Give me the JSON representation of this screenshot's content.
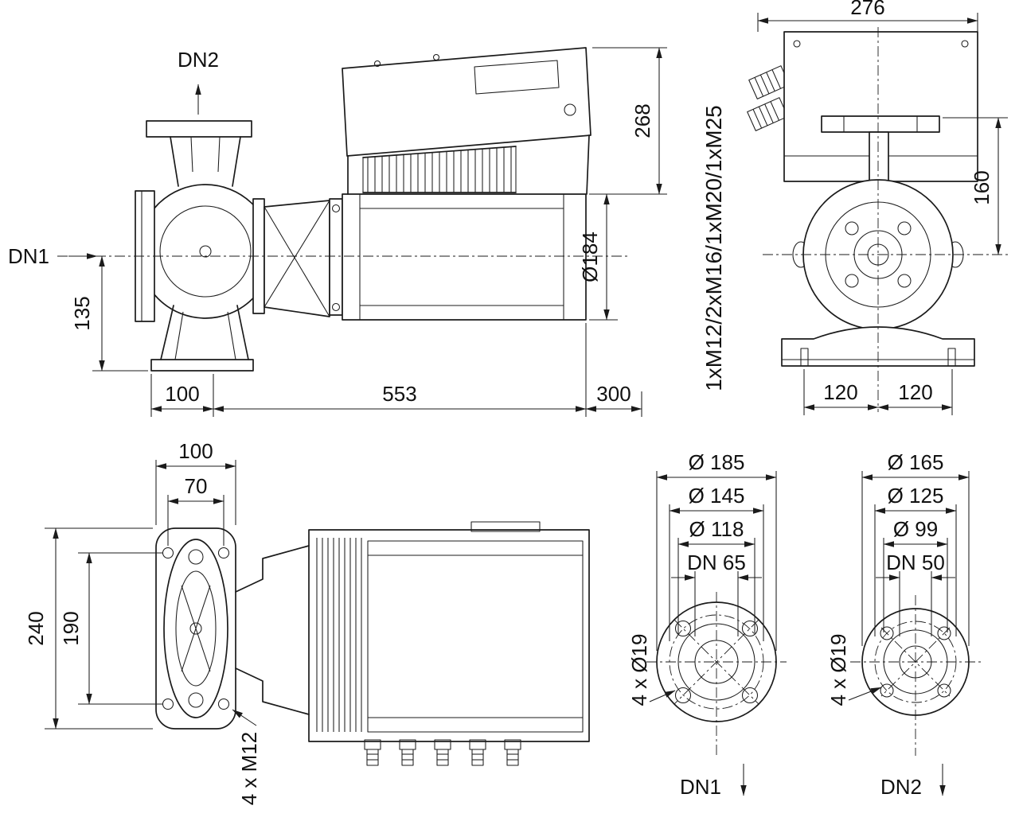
{
  "side_view": {
    "dn1": "DN1",
    "dn2": "DN2",
    "dim_135": "135",
    "dim_100": "100",
    "dim_553": "553",
    "dim_300": "300",
    "dim_268": "268",
    "dim_d184": "Ø184"
  },
  "front_view": {
    "dim_276": "276",
    "dim_160": "160",
    "dim_120_left": "120",
    "dim_120_right": "120",
    "glands": "1xM12/2xM16/1xM20/1xM25"
  },
  "top_view": {
    "dim_100": "100",
    "dim_70": "70",
    "dim_240": "240",
    "dim_190": "190",
    "bolts": "4 x M12"
  },
  "flange_dn1": {
    "outer": "Ø 185",
    "bolt_circle": "Ø 145",
    "raised_face": "Ø 118",
    "nominal": "DN 65",
    "holes": "4 x Ø19",
    "port": "DN1"
  },
  "flange_dn2": {
    "outer": "Ø 165",
    "bolt_circle": "Ø 125",
    "raised_face": "Ø 99",
    "nominal": "DN 50",
    "holes": "4 x Ø19",
    "port": "DN2"
  }
}
